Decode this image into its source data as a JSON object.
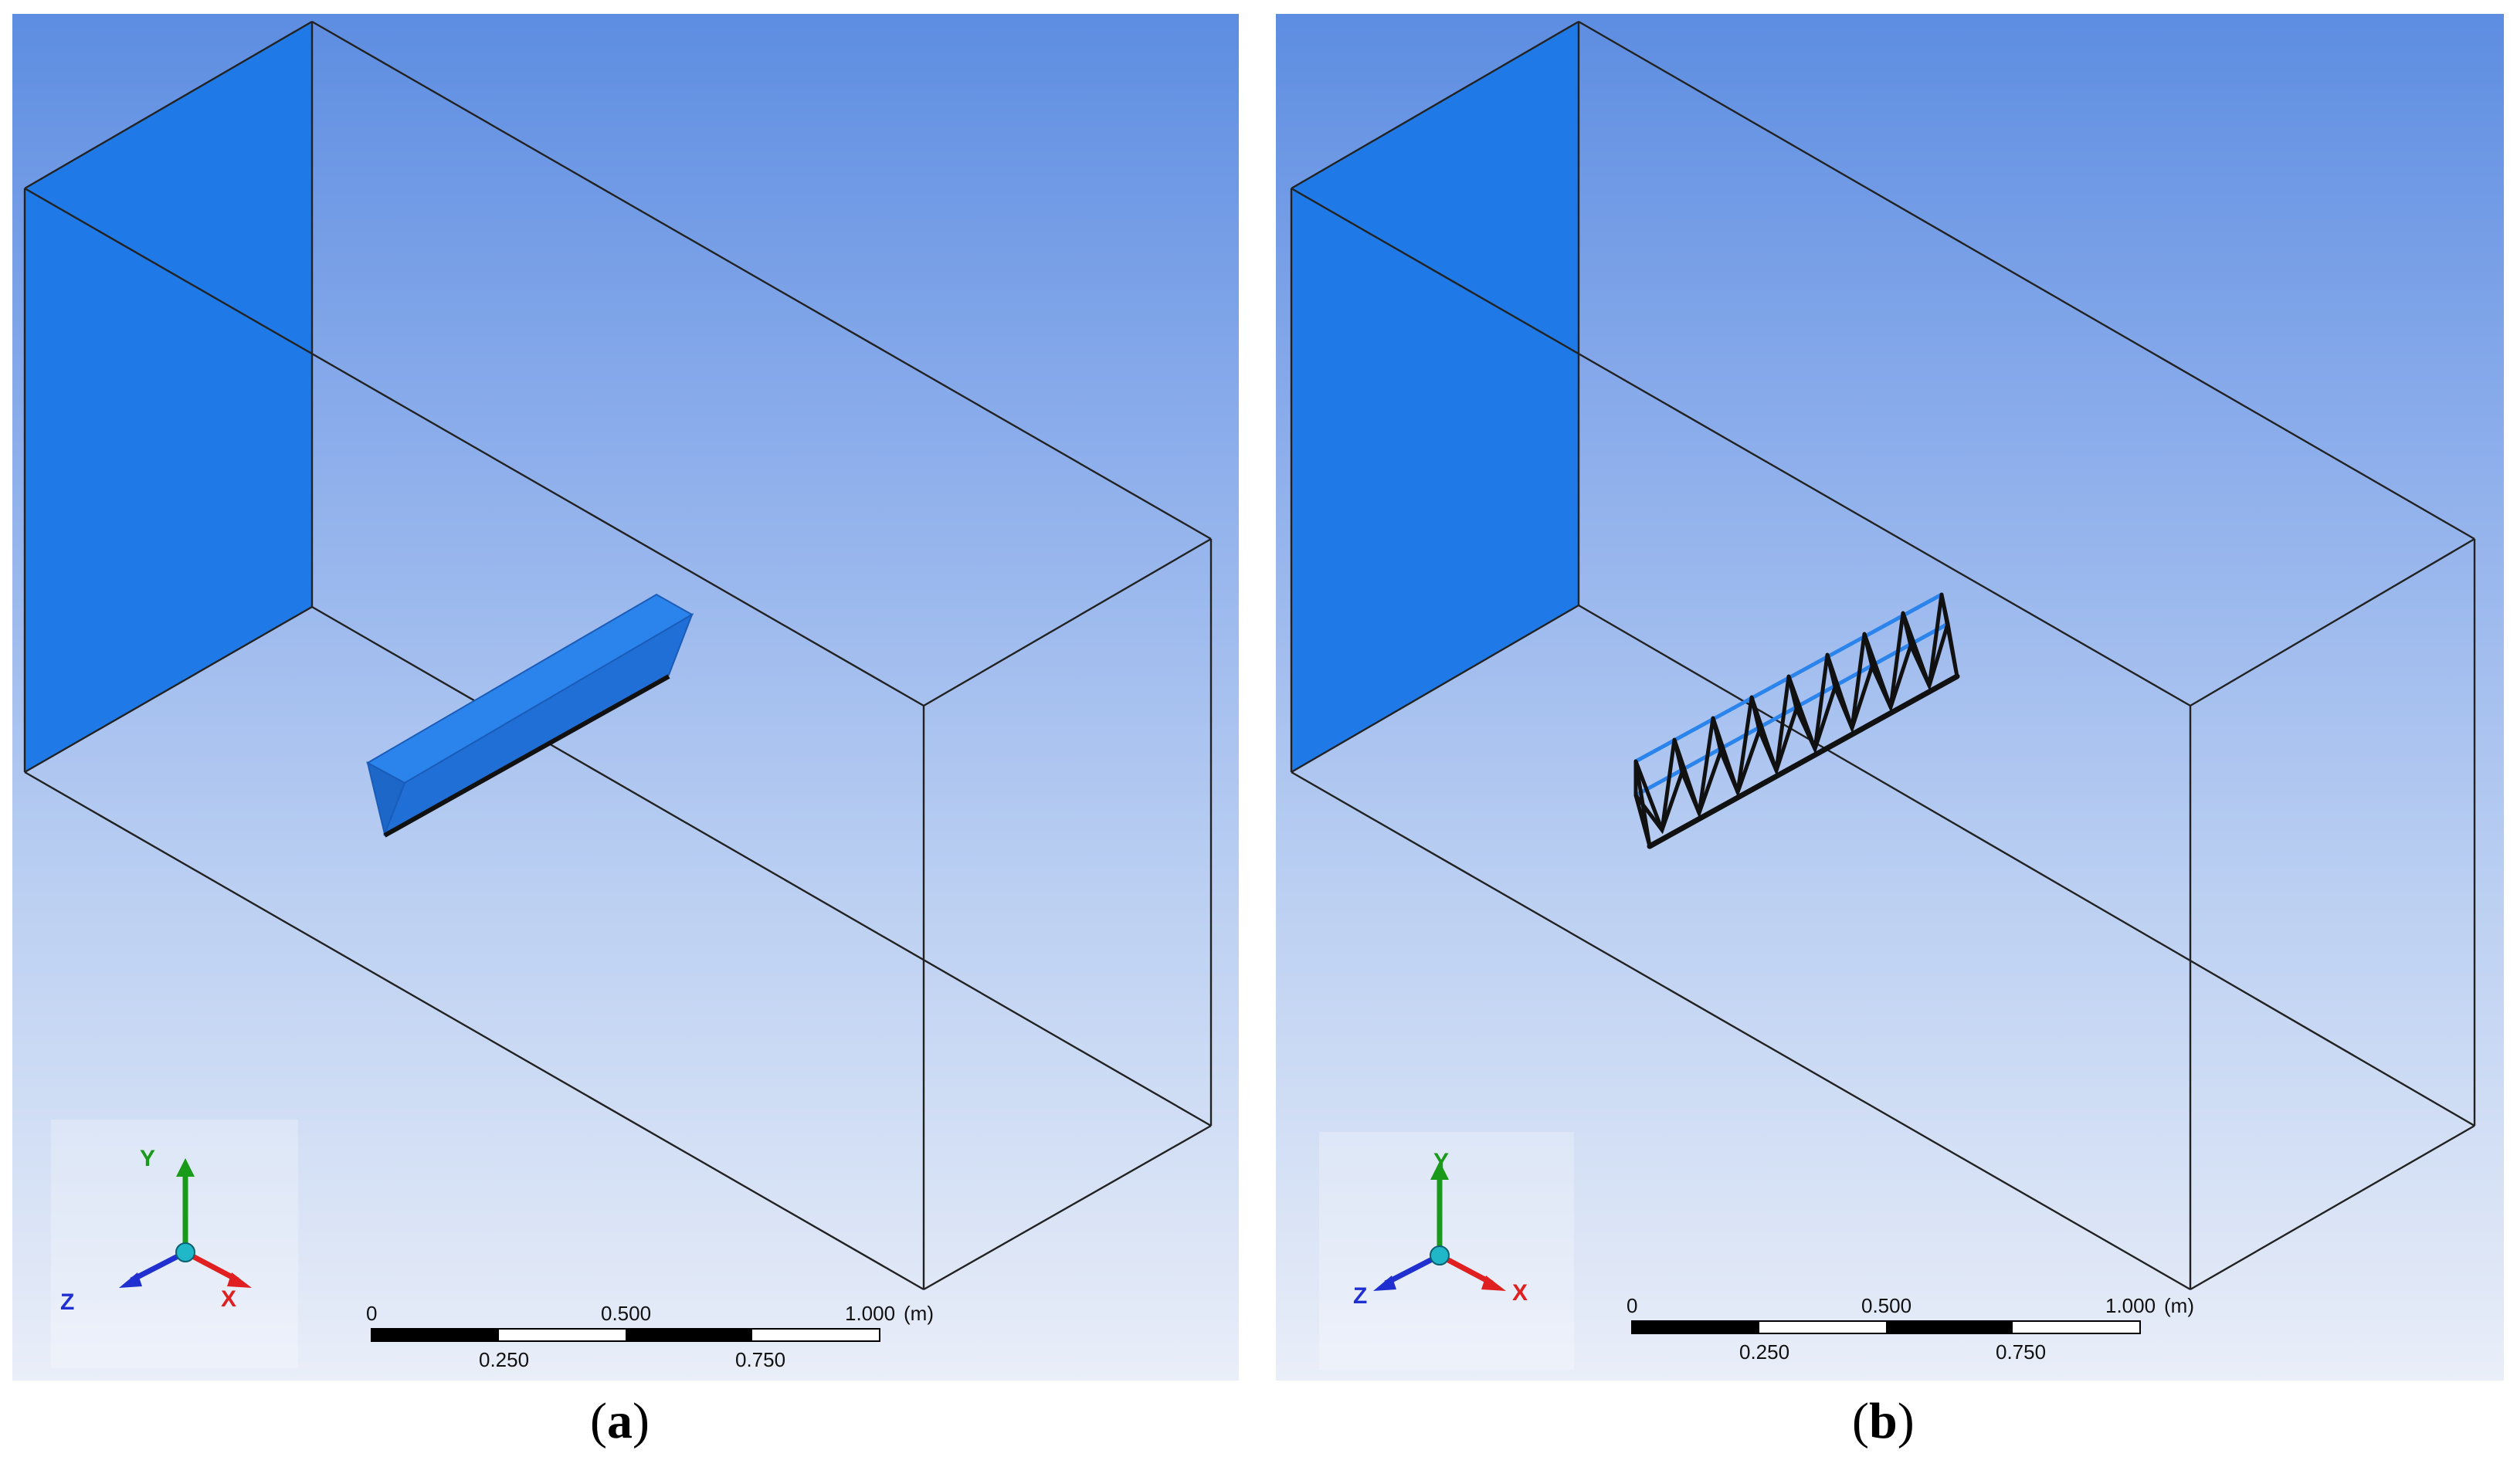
{
  "panels": [
    {
      "id": "a",
      "caption_letter": "a",
      "model": "solid-beam",
      "scale": {
        "unit": "(m)",
        "top_labels": [
          "0",
          "0.500",
          "1.000"
        ],
        "bottom_labels": [
          "0.250",
          "0.750"
        ]
      },
      "axes": {
        "x": "X",
        "y": "Y",
        "z": "Z"
      }
    },
    {
      "id": "b",
      "caption_letter": "b",
      "model": "truss-beam",
      "scale": {
        "unit": "(m)",
        "top_labels": [
          "0",
          "0.500",
          "1.000"
        ],
        "bottom_labels": [
          "0.250",
          "0.750"
        ]
      },
      "axes": {
        "x": "X",
        "y": "Y",
        "z": "Z"
      }
    }
  ],
  "colors": {
    "domain_face": "#1f7ae8",
    "beam": "#2a84ec",
    "edge": "#222222",
    "axis_x": "#e02020",
    "axis_y": "#1a9a1a",
    "axis_z": "#2030d0",
    "origin": "#20b8c8"
  }
}
